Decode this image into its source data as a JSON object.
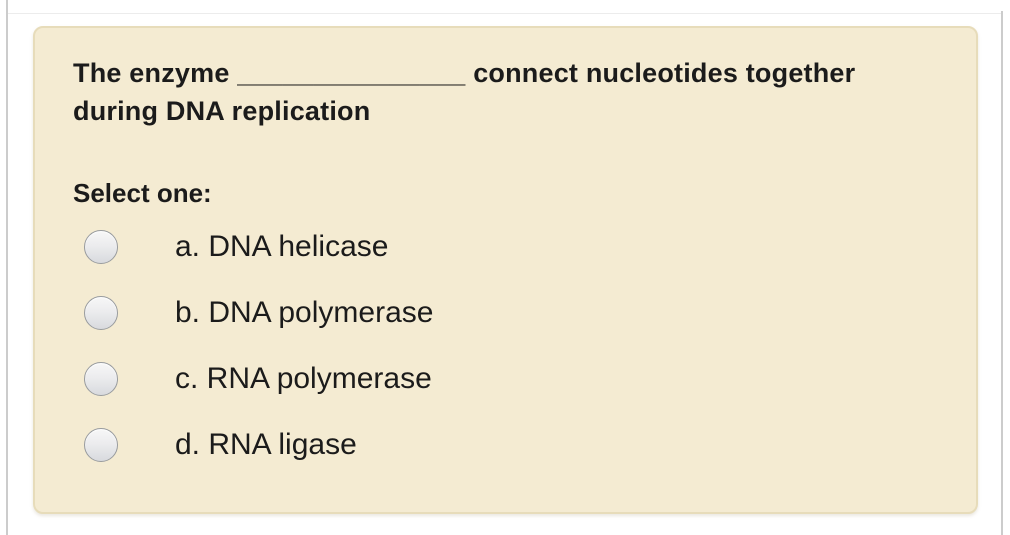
{
  "page": {
    "background_color": "#ffffff",
    "frame_border_color": "#cccccc"
  },
  "question_card": {
    "background_color": "#f4ebd2",
    "border_color": "#e7dcba",
    "question_text": "The enzyme _______________ connect nucleotides together during DNA replication",
    "select_prompt": "Select one:",
    "options": [
      {
        "key": "a",
        "label": "a. DNA helicase",
        "selected": false
      },
      {
        "key": "b",
        "label": "b. DNA polymerase",
        "selected": false
      },
      {
        "key": "c",
        "label": "c. RNA polymerase",
        "selected": false
      },
      {
        "key": "d",
        "label": "d. RNA ligase",
        "selected": false
      }
    ]
  }
}
